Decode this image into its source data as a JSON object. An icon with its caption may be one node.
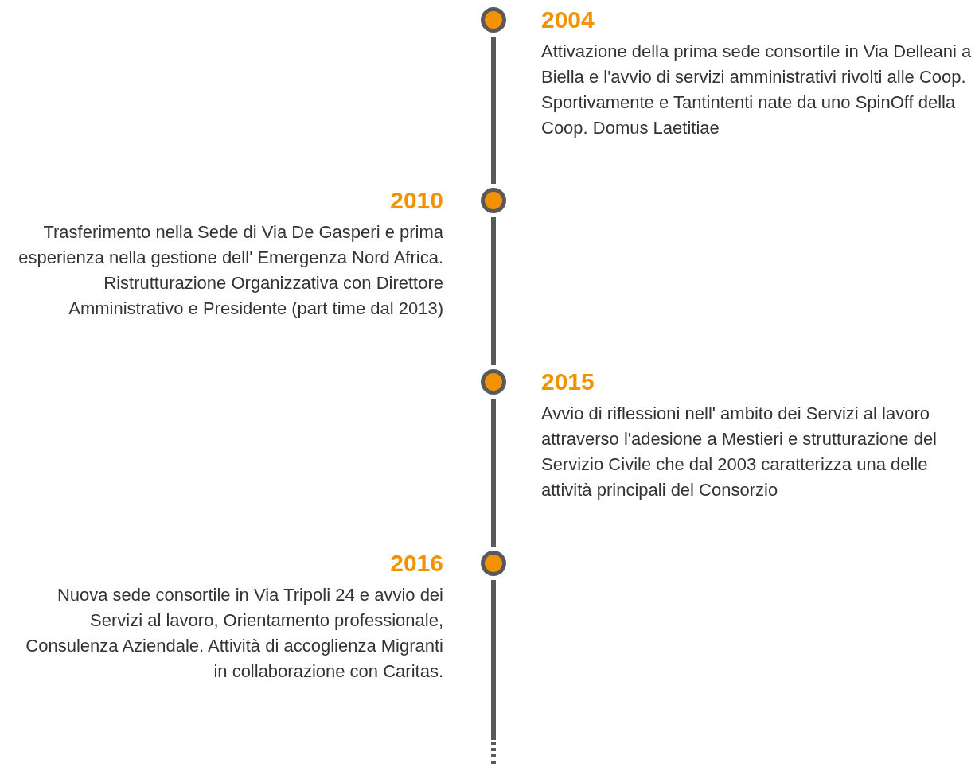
{
  "diagram": {
    "nodes": [
      {
        "text": [],
        "shape": "circle"
      },
      {
        "text": [
          "2004",
          "Attivazione della prima sede consortile in Via Delleani a Biella e l'avvio di servizi amministrativi rivolti alle Coop. Sportivamente e Tantintenti nate da uno SpinOff della Coop. Domus Laetitiae"
        ]
      },
      {
        "text": [],
        "shape": "circle"
      },
      {
        "text": [
          "2010",
          "Trasferimento nella Sede di Via De Gasperi e prima esperienza nella gestione dell' Emergenza Nord Africa. Ristrutturazione Organizzativa con Direttore Amministrativo e Presidente (part time dal 2013)"
        ]
      },
      {
        "text": [],
        "shape": "circle"
      },
      {
        "text": [
          "2015",
          "Avvio di riflessioni nell' ambito dei Servizi al lavoro attraverso l'adesione a Mestieri e strutturazione del Servizio Civile che dal 2003 caratterizza una delle attività principali del Consorzio"
        ]
      },
      {
        "text": [],
        "shape": "circle"
      },
      {
        "text": [
          "2016",
          "Nuova sede consortile in Via Tripoli 24 e avvio dei Servizi al lavoro, Orientamento professionale, Consulenza Aziendale. Attività di accoglienza Migranti in collaborazione con Caritas."
        ]
      }
    ],
    "edges": [
      {
        "from": 0,
        "to": 2,
        "arrow": "none"
      },
      {
        "from": 2,
        "to": 4,
        "arrow": "none"
      },
      {
        "from": 4,
        "to": 6,
        "arrow": "none"
      },
      {
        "from": 6,
        "to": null,
        "arrow": "none"
      }
    ]
  }
}
